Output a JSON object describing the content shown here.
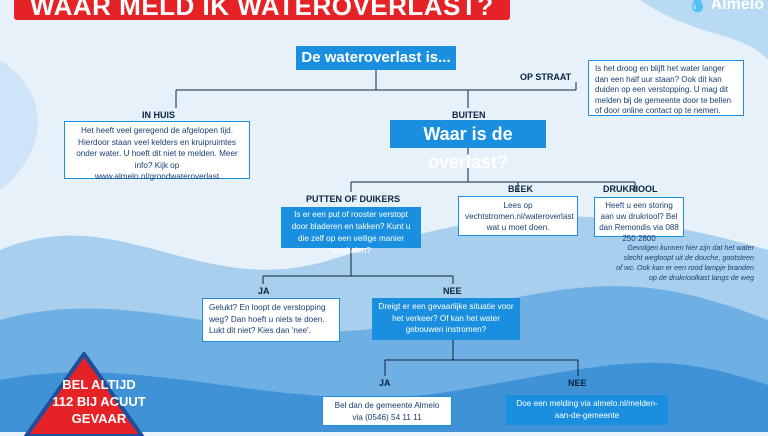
{
  "title": "WAAR MELD IK WATEROVERLAST?",
  "logo": "Almelo",
  "main_question": "De wateroverlast is...",
  "branches": {
    "op_straat": "OP STRAAT",
    "in_huis": "IN HUIS",
    "buiten": "BUITEN"
  },
  "op_straat_info": "Is het droog en blijft het water langer dan een half uur staan? Ook dit kan duiden op een verstopping. U mag dit melden bij de gemeente door te bellen of door online contact op te nemen.",
  "in_huis_info": {
    "text": "Het heeft veel geregend de afgelopen tijd. Hierdoor staan veel kelders en kruipruimtes onder water. U hoeft dit niet te melden. Meer info? Kijk op",
    "link": "www.almelo.nl/grondwateroverlast"
  },
  "second_question": "Waar is de overlast?",
  "locations": {
    "putten": "PUTTEN OF DUIKERS",
    "beek": "BEEK",
    "drukriool": "DRUKRIOOL"
  },
  "putten_question": "Is er een put of rooster verstopt door bladeren en takken? Kunt u die zelf op een veilige manier weghalen?",
  "beek_info": "Lees op vechtstromen.nl/wateroverlast wat u moet doen.",
  "drukriool_info": "Heeft u een storing aan uw drukriool? Bel dan Remondis via 088 250 2800",
  "drukriool_note": "Gevolgen kunnen hier zijn dat het water slecht wegloopt uit de douche, gootsteen of wc. Ook kan er een rood lampje branden op de drukrioolkast langs de weg",
  "answers": {
    "ja": "JA",
    "nee": "NEE"
  },
  "ja_info": "Gelukt? En loopt de verstopping weg? Dan hoeft u niets te doen. Lukt dit niet? Kies dan 'nee'.",
  "danger_question": "Dreigt er een gevaarlijke situatie voor het verkeer? Of kan het water gebouwen instromen?",
  "ja2_info": "Bel dan de gemeente Almelo via (0546) 54 11 11",
  "nee2_info": "Doe een melding via almelo.nl/melden-aan-de-gemeente",
  "warning": {
    "line1": "BEL ALTIJD",
    "line2": "112 BIJ ACUUT",
    "line3": "GEVAAR"
  },
  "colors": {
    "accent": "#1a8fe0",
    "banner": "#e52326",
    "text": "#0c2340"
  }
}
